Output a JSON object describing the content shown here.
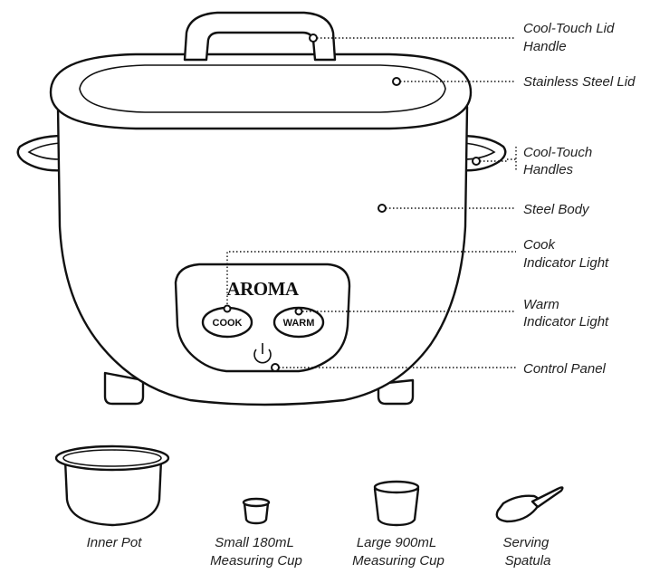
{
  "brand": "AROMA",
  "buttons": {
    "cook": "COOK",
    "warm": "WARM"
  },
  "callouts": [
    {
      "id": "lid-handle",
      "lines": [
        "Cool-Touch Lid",
        "Handle"
      ]
    },
    {
      "id": "lid",
      "lines": [
        "Stainless Steel Lid"
      ]
    },
    {
      "id": "handles",
      "lines": [
        "Cool-Touch",
        "Handles"
      ]
    },
    {
      "id": "body",
      "lines": [
        "Steel Body"
      ]
    },
    {
      "id": "cook-light",
      "lines": [
        "Cook",
        "Indicator Light"
      ]
    },
    {
      "id": "warm-light",
      "lines": [
        "Warm",
        "Indicator Light"
      ]
    },
    {
      "id": "control-panel",
      "lines": [
        "Control Panel"
      ]
    }
  ],
  "accessories": [
    {
      "id": "inner-pot",
      "lines": [
        "Inner Pot"
      ]
    },
    {
      "id": "small-cup",
      "lines": [
        "Small 180mL",
        "Measuring Cup"
      ]
    },
    {
      "id": "large-cup",
      "lines": [
        "Large 900mL",
        "Measuring Cup"
      ]
    },
    {
      "id": "spatula",
      "lines": [
        "Serving",
        "Spatula"
      ]
    }
  ],
  "icons": [
    "power-icon"
  ]
}
